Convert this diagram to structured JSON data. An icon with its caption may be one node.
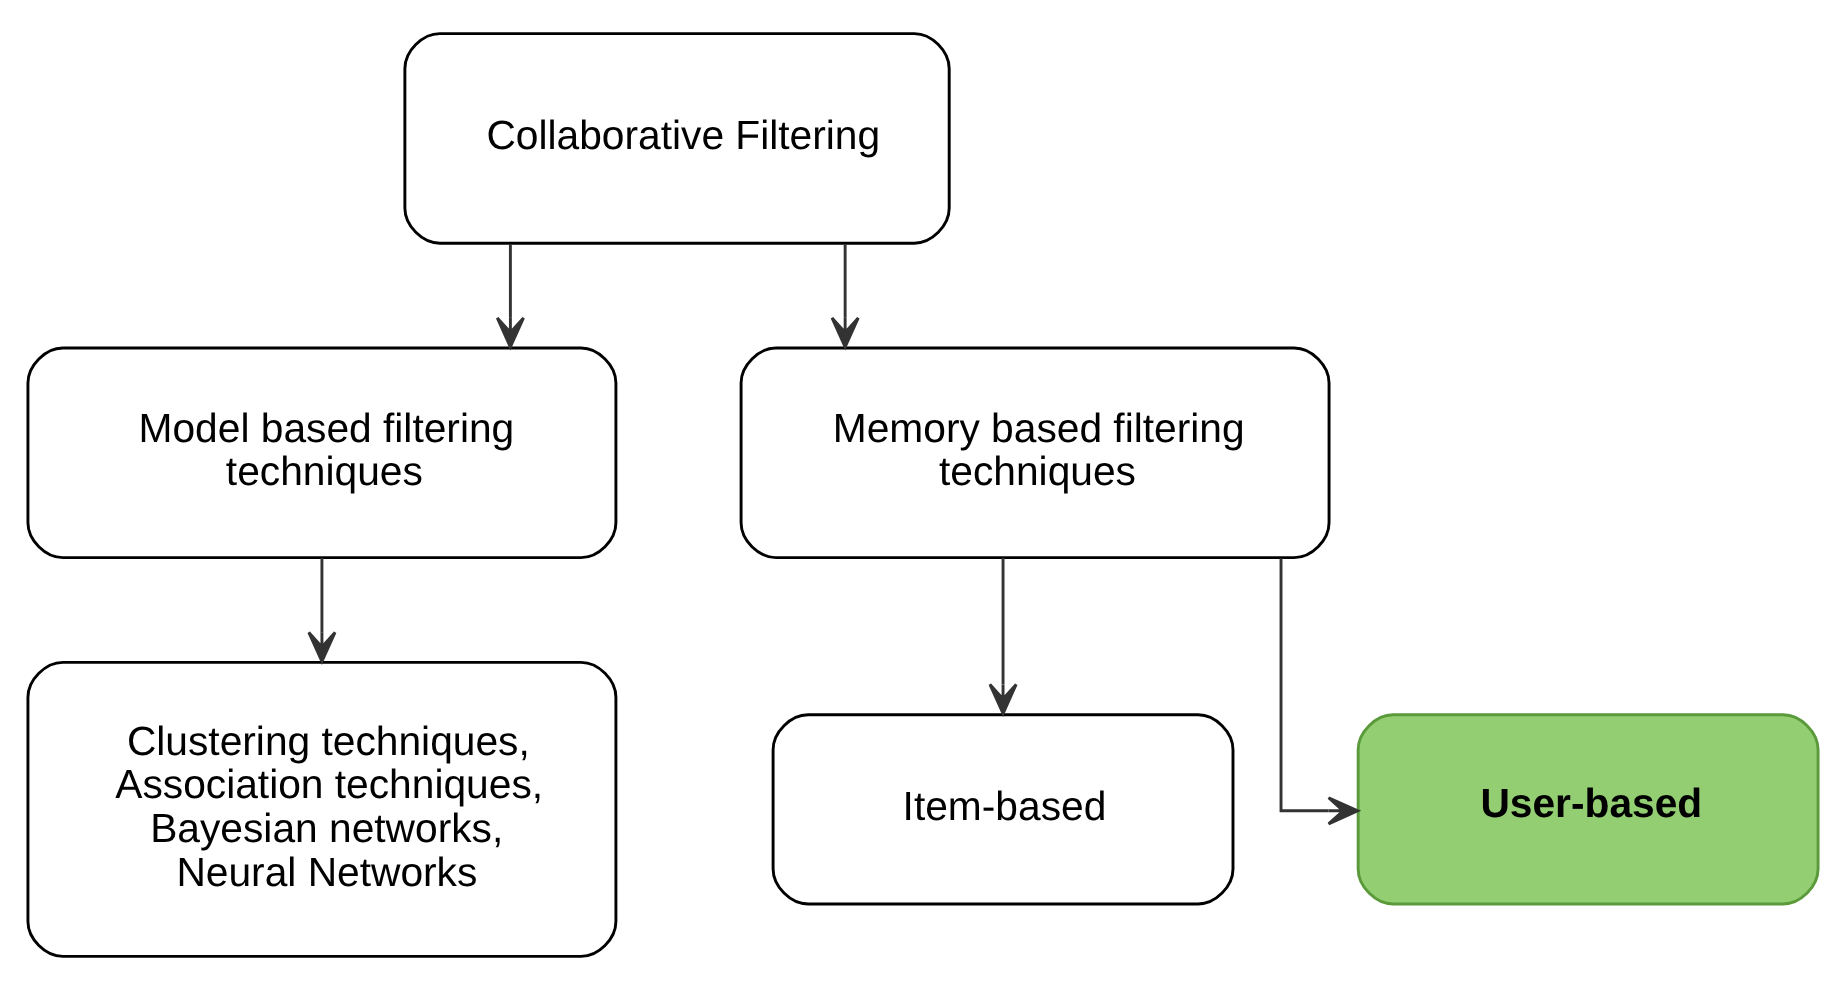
{
  "diagram": {
    "nodes": [
      {
        "text": [
          "Collaborative Filtering"
        ]
      },
      {
        "text": [
          "Model based filtering techniques"
        ]
      },
      {
        "text": [
          "Memory based filtering techniques"
        ]
      },
      {
        "text": [
          "Clustering techniques, Association techniques, Bayesian networks, Neural Networks"
        ]
      },
      {
        "text": [
          "Item-based"
        ]
      },
      {
        "text": [
          "User-based"
        ]
      }
    ],
    "edges": [
      {
        "from": 0,
        "to": 1,
        "arrow": "to"
      },
      {
        "from": 0,
        "to": 2,
        "arrow": "to"
      },
      {
        "from": 1,
        "to": 3,
        "arrow": "to"
      },
      {
        "from": 2,
        "to": 4,
        "arrow": "to"
      },
      {
        "from": 2,
        "to": 5,
        "arrow": "to"
      }
    ]
  }
}
